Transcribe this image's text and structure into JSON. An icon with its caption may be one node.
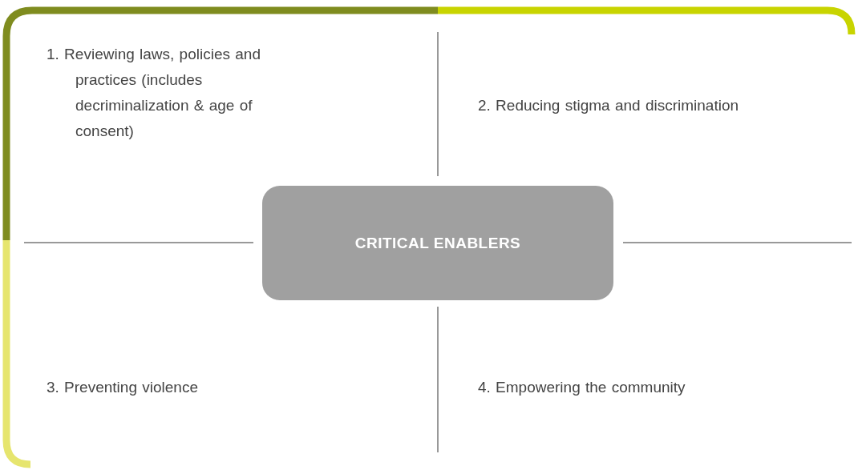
{
  "diagram": {
    "nodes": [
      {
        "text": [
          "CRITICAL ENABLERS"
        ]
      }
    ],
    "labels": [
      "1. Reviewing laws, policies and practices (includes decriminalization & age of consent)",
      "2. Reducing stigma and discrimination",
      "3. Preventing violence",
      "4. Empowering the community"
    ]
  }
}
